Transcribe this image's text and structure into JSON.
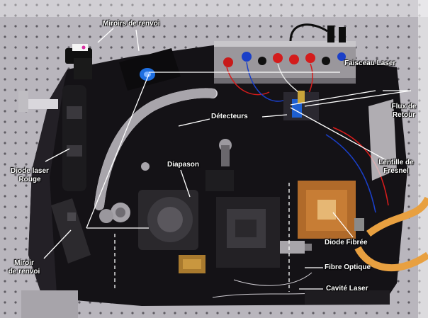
{
  "figure": {
    "labels": {
      "miroirs_renvoi_top": "Miroirs de renvoi",
      "faisceau_laser": "Faisceau Laser",
      "flux_retour": "Flux de\nRetour",
      "detecteurs": "Détecteurs",
      "diode_rouge": "Diode laser\nRouge",
      "diapason": "Diapason",
      "lentille_fresnel": "Lentille de\nFresnel",
      "diode_fibree": "Diode Fibrée",
      "miroir_renvoi_left": "Miroir\nde renvoi",
      "fibre_optique": "Fibre Optique",
      "cavite_laser": "Cavité Laser"
    },
    "colors": {
      "bench": "#b9b6bd",
      "base_plate": "#141216",
      "copper": "#b06a2a",
      "tube": "#e8a040",
      "annotation": "#ffffff"
    }
  }
}
